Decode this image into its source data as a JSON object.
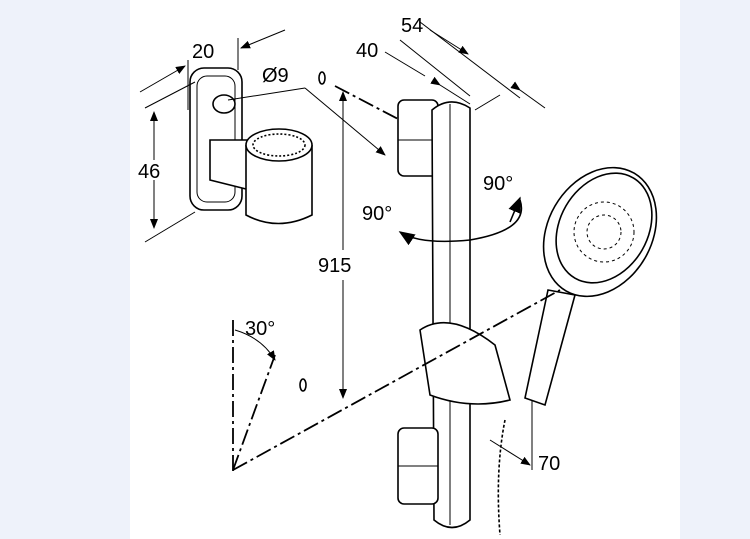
{
  "dimensions": {
    "bracket_width": "20",
    "hole_diameter": "Ø9",
    "bracket_height": "46",
    "rail_length": "915",
    "depth_inner": "40",
    "depth_outer": "54",
    "rotation_right": "90°",
    "rotation_left": "90°",
    "tilt_angle": "30°",
    "holder_offset": "70"
  }
}
